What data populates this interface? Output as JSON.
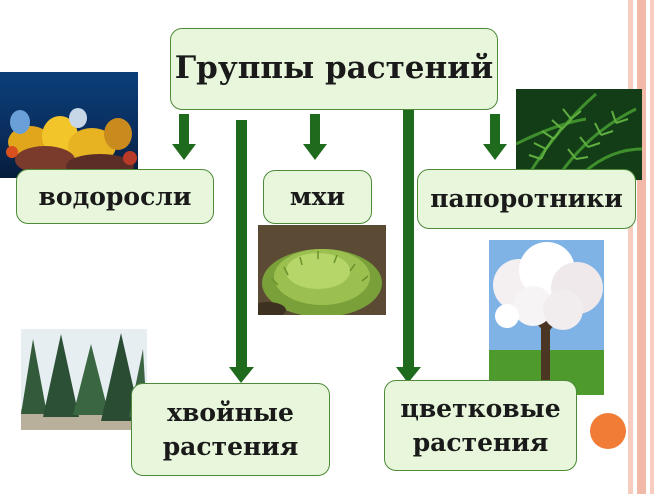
{
  "diagram": {
    "title": "Группы растений",
    "groups": {
      "algae": "водоросли",
      "mosses": "мхи",
      "ferns": "папоротники",
      "conifers": "хвойные растения",
      "flowering": "цветковые растения"
    }
  },
  "colors": {
    "box_fill": "#e8f7dc",
    "box_border": "#4e8a3a",
    "arrow": "#1e6b1e",
    "stripe": "#f4c5b8",
    "dot": "#f07c35"
  }
}
